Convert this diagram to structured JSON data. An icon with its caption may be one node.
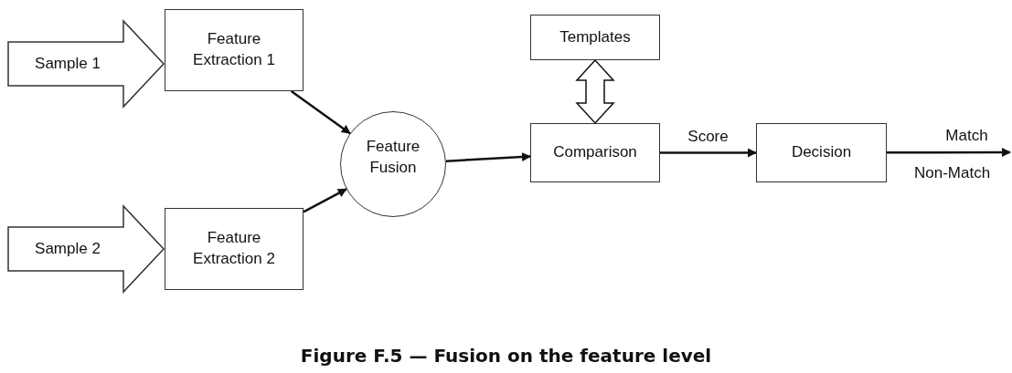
{
  "diagram": {
    "caption": "Figure F.5 — Fusion on the feature level",
    "nodes": [
      {
        "text": [
          "Sample 1"
        ]
      },
      {
        "text": [
          "Feature Extraction 1"
        ]
      },
      {
        "text": [
          "Sample 2"
        ]
      },
      {
        "text": [
          "Feature Extraction 2"
        ]
      },
      {
        "text": [
          "Feature Fusion"
        ]
      },
      {
        "text": [
          "Templates"
        ]
      },
      {
        "text": [
          "Comparison"
        ]
      },
      {
        "text": [
          "Decision"
        ]
      }
    ],
    "edges": [
      {
        "from": 1,
        "to": 4,
        "arrow": "to"
      },
      {
        "from": 3,
        "to": 4,
        "arrow": "to"
      },
      {
        "from": 4,
        "to": 6,
        "arrow": "to"
      },
      {
        "from": 5,
        "to": 6,
        "arrow": "both",
        "style": "thick"
      },
      {
        "from": 6,
        "to": 7,
        "arrow": "to",
        "label": "Score"
      },
      {
        "from": 7,
        "to": null,
        "arrow": "to",
        "label": "Match"
      }
    ],
    "labels": [
      "Non-Match"
    ]
  }
}
